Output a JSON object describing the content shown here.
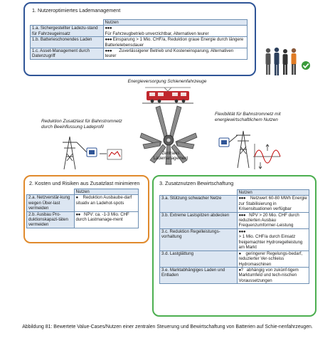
{
  "box1": {
    "title": "1. Nutzeroptimiertes Lademanagement",
    "header": "Nutzen",
    "rows": [
      {
        "label": "1.a. Sichergestellter Ladezu-stand für Fahrzeugeinsatz",
        "dots": "●●●",
        "text": "Für Fahrzeugbetrieb unverzichtbar, Alternativen teurer"
      },
      {
        "label": "1.b. Batterieschonendes Laden",
        "dots": "●●●",
        "text": "Einsparung > 1 Mio. CHF/a, Reduktion graue Energie durch längere Batterielebensdauer"
      },
      {
        "label": "1.c. Asset-Management durch Datenzugriff",
        "dots": "●●●",
        "text": "Zuverlässigerer Betrieb und Kosteneinsparung, Alternativen teurer"
      }
    ]
  },
  "center": {
    "supply_label": "Energieversorgung Schienenfahrzeuge",
    "left_label": "Reduktion Zusatzlast für Bahnstromnetz durch Beeinflussung Ladeprofil",
    "right_label": "Flexibilität für Bahnstromnetz mit energiewirtschaftlichem Nutzen",
    "tool_label": "Zentrales Lademanagement"
  },
  "box2": {
    "title": "2. Kosten und Risiken aus Zusatzlast minimieren",
    "header": "Nutzen",
    "rows": [
      {
        "label": "2.a. Netzverstär-kung wegen Über-last vermeiden",
        "dots": "●",
        "text": "Reduktion Ausbaube-darf situativ an Ladehot-spots"
      },
      {
        "label": "2.b. Ausbau Pro-duktionskapazi-täten vermeiden",
        "dots": "●●",
        "text": "NPV: ca. -1-3 Mio. CHF durch Lastmanage-ment"
      }
    ]
  },
  "box3": {
    "title": "3. Zusatznutzen Bewirtschaftung",
    "header": "Nutzen",
    "rows": [
      {
        "label": "3.a. Stützung schwacher Netze",
        "dots": "●●●",
        "text": "Netzwert 60-80 MWh Energie zur Stabilisierung in Krisensituationen verfügbar"
      },
      {
        "label": "3.b. Extreme Lastspitzen abdecken",
        "dots": "●●●",
        "text": "NPV > 20 Mio. CHF durch reduzierten Ausbau Frequenzumformer-Leistung"
      },
      {
        "label": "3.c. Reduktion Regelleistungs-vorhaltung",
        "dots": "●●●",
        "text": "> 1 Mio. CHF/a durch Einsatz freigemachter Hydroregelleistung am Markt"
      },
      {
        "label": "3.d. Lastglättung",
        "dots": "●",
        "text": "geringerer Regelungs-bedarf, reduzierter Ver-schleiss Hydromaschinen"
      },
      {
        "label": "3.e. Marktabhängiges Laden und Entladen",
        "dots": "●?",
        "text": "abhängig von zukünf-tigem Marktumfeld und tech-nischen Voraussetzungen"
      }
    ]
  },
  "caption": "Abbildung 81: Bewertete Value-Cases/Nutzen einer zentralen Steuerung und Bewirtschaftung von Batterien auf Schie-nenfahrzeugen.",
  "colors": {
    "blue": "#2f5597",
    "orange": "#e08a2c",
    "green": "#4caf50",
    "table_border": "#6d8fb3",
    "header_fill": "#dce6f2"
  }
}
